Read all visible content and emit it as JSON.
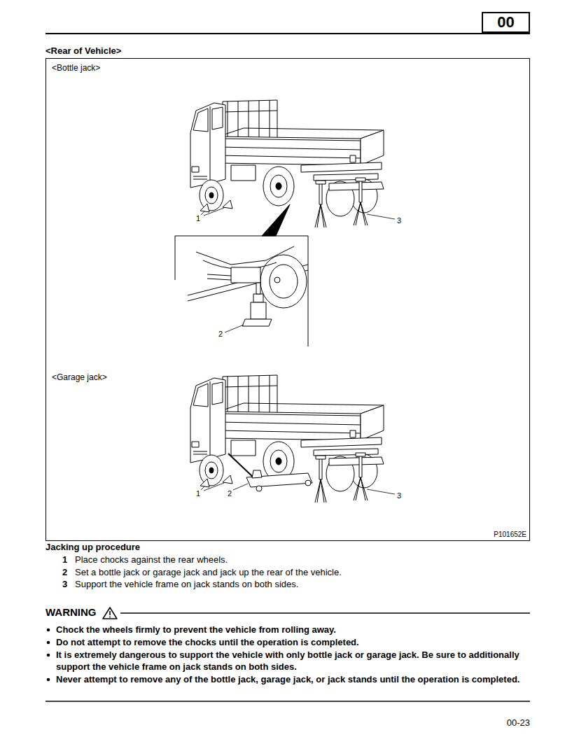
{
  "diagram": {
    "title": "<Rear of Vehicle>",
    "nodes": [
      {
        "text": [
          "00"
        ]
      },
      {
        "text": [
          "<Bottle jack>",
          "<Garage jack>",
          "P101652E"
        ]
      }
    ],
    "labels": [
      "1",
      "3",
      "2",
      "1",
      "2",
      "3",
      "Jacking up procedure",
      "1",
      "Place chocks against the rear wheels.",
      "2",
      "Set a bottle jack or garage jack and jack up the rear of the vehicle.",
      "3",
      "Support the vehicle frame on jack stands on both sides.",
      "WARNING",
      "Chock the wheels firmly to prevent the vehicle from rolling away.",
      "Do not attempt to remove the chocks until the operation is completed.",
      "It is extremely dangerous to support the vehicle with only bottle jack or garage jack. Be sure to additionally support the vehicle frame on jack stands on both sides.",
      "Never attempt to remove any of the bottle jack, garage jack, or jack stands until the operation is completed.",
      "00-23"
    ]
  }
}
